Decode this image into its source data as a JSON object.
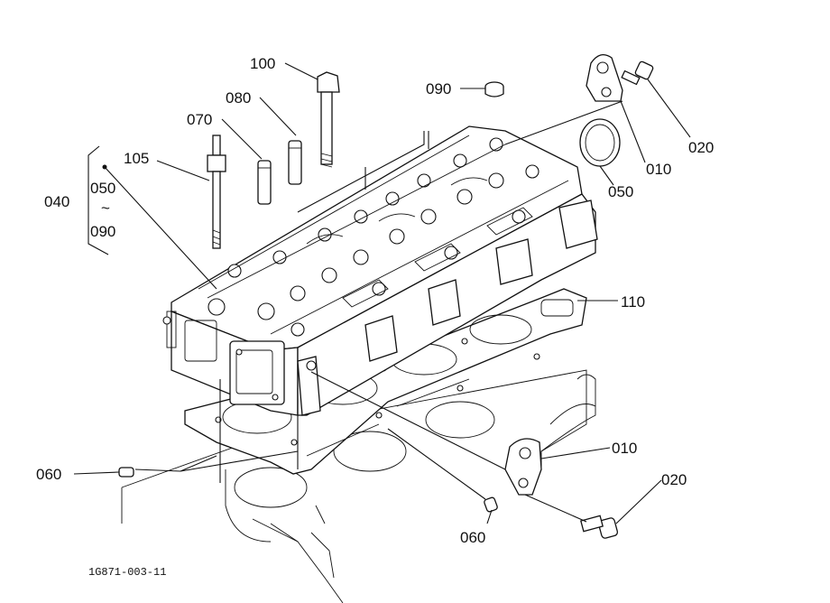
{
  "diagram": {
    "code": "1G871-003-11",
    "callouts": {
      "p100": "100",
      "p080": "080",
      "p070": "070",
      "p105": "105",
      "p040": "040",
      "p050_group": "050",
      "p_tilde": "~",
      "p090_group": "090",
      "p090": "090",
      "p010_top": "010",
      "p020_top": "020",
      "p050": "050",
      "p110": "110",
      "p010_bottom": "010",
      "p020_bottom": "020",
      "p060_left": "060",
      "p060_bottom": "060"
    }
  }
}
